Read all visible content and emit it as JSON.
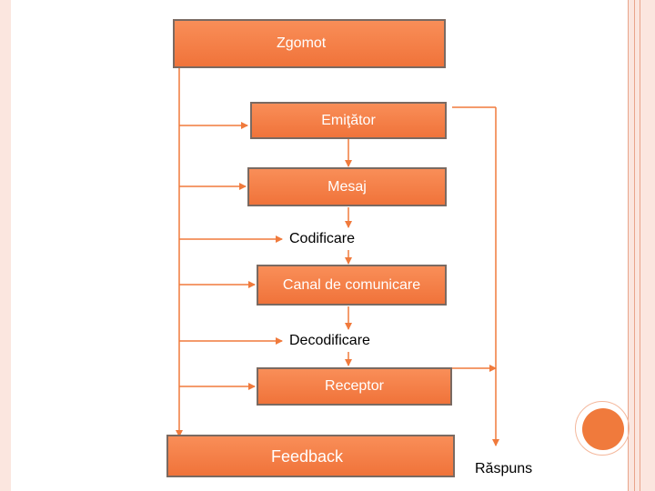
{
  "nodes": {
    "zgomot": "Zgomot",
    "emitator": "Emiţător",
    "mesaj": "Mesaj",
    "codificare": "Codificare",
    "canal": "Canal de comunicare",
    "decodificare": "Decodificare",
    "receptor": "Receptor",
    "feedback": "Feedback",
    "raspuns": "Răspuns"
  },
  "colors": {
    "box_fill_top": "#f98e58",
    "box_fill_bottom": "#f0733a",
    "connector": "#f07a3c",
    "text_box": "#ffffff",
    "text_plain": "#000000",
    "accent_circle": "#f07a3c",
    "border_band": "#fbe6df"
  }
}
